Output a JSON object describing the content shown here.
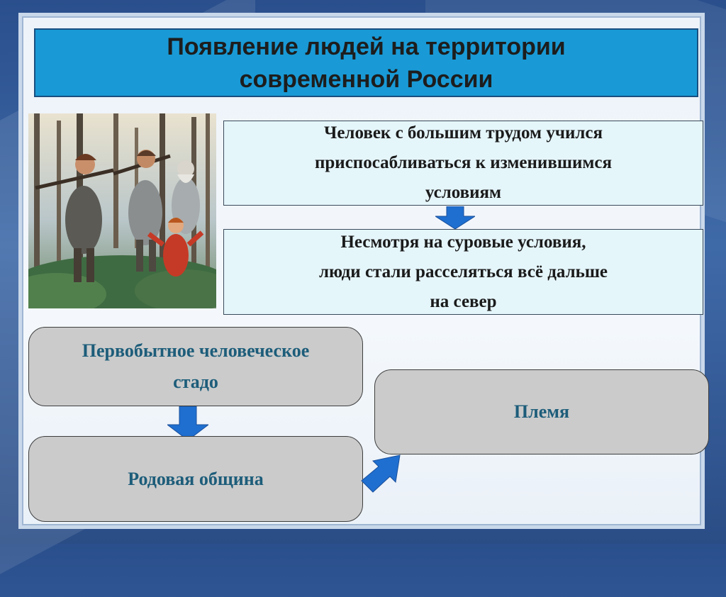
{
  "title": "Появление людей на территории\nсовременной России",
  "picture": {
    "description_icon": "primitive-people-forest-illustration"
  },
  "facts": [
    "Человек с большим трудом учился\nприспосабливаться к изменившимся\nусловиям",
    "Несмотря на суровые условия,\nлюди стали расселяться всё дальше\nна север"
  ],
  "stages": {
    "herd": "Первобытное человеческое\nстадо",
    "community": "Родовая община",
    "tribe": "Племя"
  },
  "colors": {
    "title_bg": "#199ad6",
    "fact_bg": "#e5f6fb",
    "stage_bg": "#cbcbcb",
    "stage_text": "#1d5d7a",
    "arrow": "#1f6fd0"
  }
}
